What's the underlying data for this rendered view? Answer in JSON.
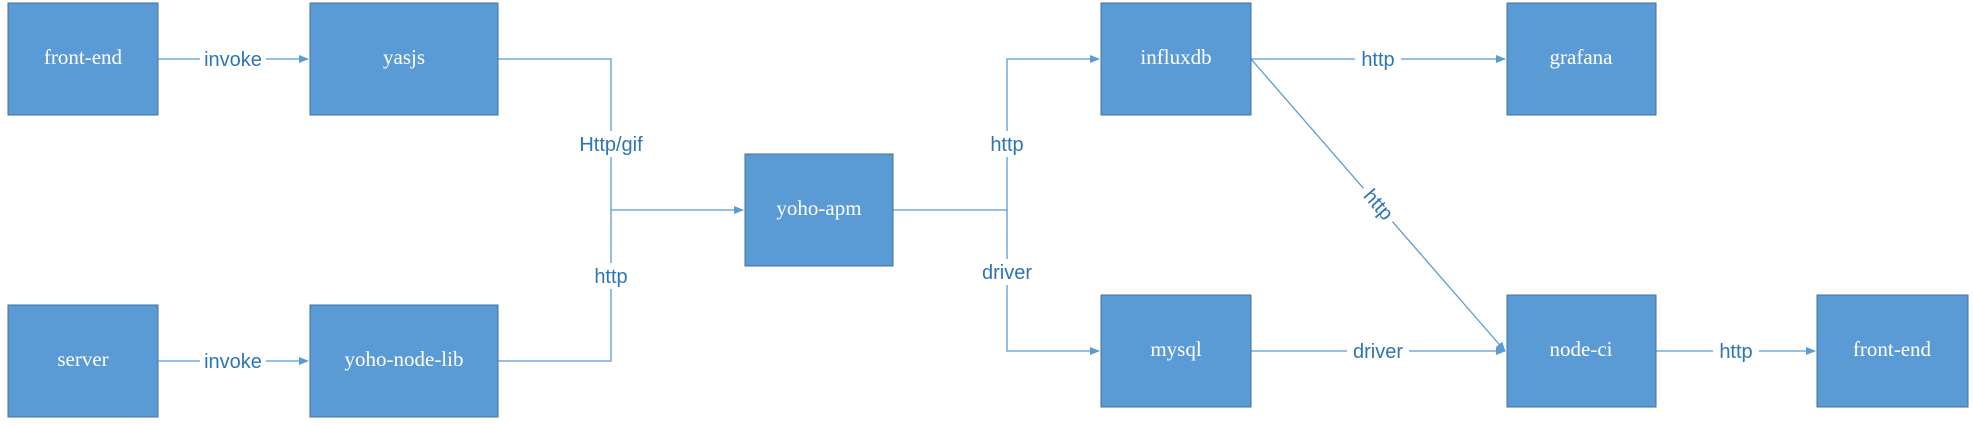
{
  "nodes": {
    "frontend_left": "front-end",
    "yasjs": "yasjs",
    "server": "server",
    "yoho_node_lib": "yoho-node-lib",
    "yoho_apm": "yoho-apm",
    "influxdb": "influxdb",
    "grafana": "grafana",
    "mysql": "mysql",
    "node_ci": "node-ci",
    "frontend_right": "front-end"
  },
  "edges": {
    "frontend_to_yasjs": "invoke",
    "server_to_nodelib": "invoke",
    "yasjs_to_apm": "Http/gif",
    "nodelib_to_apm": "http",
    "apm_to_influxdb": "http",
    "apm_to_mysql": "driver",
    "influxdb_to_grafana": "http",
    "influxdb_to_nodeci": "http",
    "mysql_to_nodeci": "driver",
    "nodeci_to_frontend": "http"
  },
  "colors": {
    "box_fill": "#5b9bd5",
    "box_border": "#41719c",
    "line": "#5b9bd5",
    "label_text": "#2e75b6"
  }
}
